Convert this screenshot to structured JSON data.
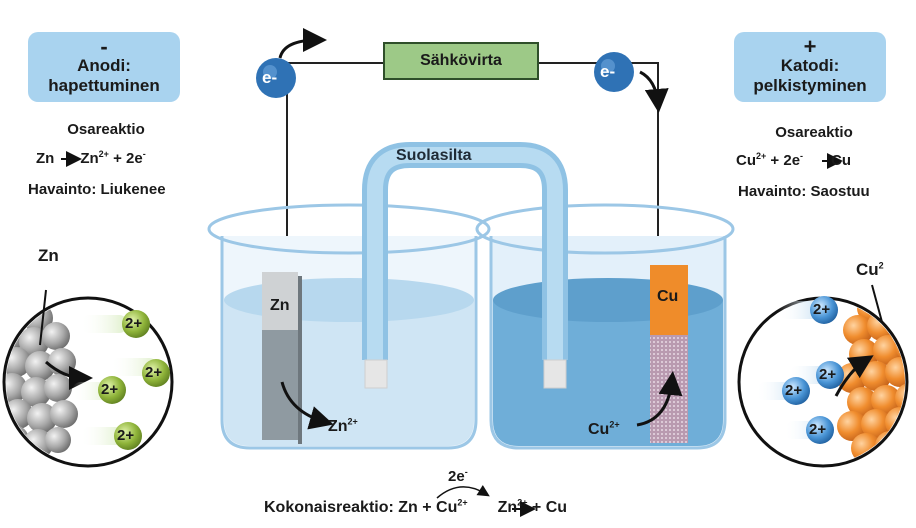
{
  "anode": {
    "sign": "-",
    "title_line1": "Anodi:",
    "title_line2": "hapettuminen",
    "reaction_heading": "Osareaktio",
    "reaction_left": "Zn",
    "reaction_right_ion": "Zn",
    "reaction_right_charge": "2+",
    "reaction_right_rest": " + 2e",
    "reaction_right_rest_sup": "-",
    "observation": "Havainto: Liukenee",
    "circle_label": "Zn",
    "ion_badge": "2+",
    "electrode_label": "Zn",
    "ion_label": "Zn",
    "ion_label_charge": "2+"
  },
  "cathode": {
    "sign": "+",
    "title_line1": "Katodi:",
    "title_line2": "pelkistyminen",
    "reaction_heading": "Osareaktio",
    "reaction_left_ion": "Cu",
    "reaction_left_charge": "2+",
    "reaction_left_rest": " + 2e",
    "reaction_left_rest_sup": "-",
    "reaction_right": "Cu",
    "observation": "Havainto: Saostuu",
    "circle_label": "Cu",
    "circle_label_sup": "2",
    "ion_badge": "2+",
    "electrode_label": "Cu",
    "ion_label": "Cu",
    "ion_label_charge": "2+"
  },
  "circuit": {
    "current_label": "Sähkövirta",
    "electron_label": "e-",
    "salt_bridge_label": "Suolasilta"
  },
  "overall": {
    "electrons": "2e",
    "electrons_sup": "-",
    "prefix": "Kokonaisreaktio:",
    "zn": "Zn",
    "plus1": " + ",
    "cu_ion": "Cu",
    "cu_charge": "2+",
    "zn_ion": "Zn",
    "zn_charge": "2+",
    "plus2": " + ",
    "cu": "Cu"
  },
  "colors": {
    "box": "#a9d3ef",
    "electron": "#2f72b5",
    "zinc_ion": "#8fb43a",
    "copper_ion": "#4a95d6",
    "copper": "#e88a2b",
    "zinc": "#a6a6a6",
    "solution_left": "#cfe5f4",
    "solution_right": "#6faed8"
  },
  "icons": [
    "electron-icon",
    "arrow-icon",
    "beaker-icon",
    "salt-bridge-icon",
    "zinc-atom-icon",
    "copper-atom-icon"
  ]
}
